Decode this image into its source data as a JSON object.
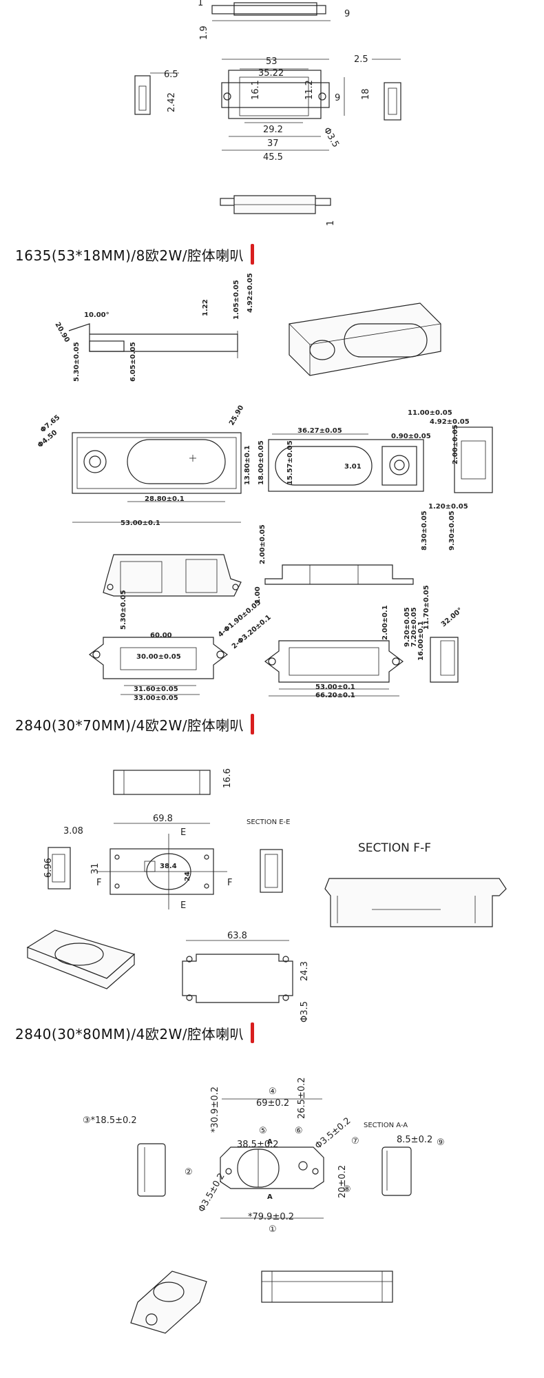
{
  "sections": [
    {
      "title": "1635(53*18MM)/8欧2W/腔体喇叭"
    },
    {
      "title": "2840(30*70MM)/4欧2W/腔体喇叭"
    },
    {
      "title": "2840(30*80MM)/4欧2W/腔体喇叭"
    }
  ],
  "drawing1": {
    "dims": {
      "d_1": "1",
      "d_9": "9",
      "d_1_9": "1.9",
      "d_53": "53",
      "d_35_22": "35.22",
      "d_16_1": "16.1",
      "d_11_2": "11.2",
      "d_9b": "9",
      "d_18": "18",
      "d_2_5": "2.5",
      "d_6_5": "6.5",
      "d_2_42": "2.42",
      "d_phi3_5": "Φ3.5",
      "d_29_2": "29.2",
      "d_37": "37",
      "d_45_5": "45.5",
      "d_1b": "1"
    }
  },
  "drawing2": {
    "dims": {
      "r_20_90": "20.90",
      "d_10_00": "10.00°",
      "d_1_22": "1.22",
      "d_1_05": "1.05±0.05",
      "d_4_92": "4.92±0.05",
      "d_5_30": "5.30±0.05",
      "d_6_05": "6.05±0.05",
      "d_phi7_65": "Φ7.65",
      "d_phi4_50": "Φ4.50",
      "r_25_90": "25.90",
      "d_13_80": "13.80±0.1",
      "d_18_00": "18.00±0.05",
      "d_28_80": "28.80±0.1",
      "d_53_00": "53.00±0.1",
      "d_36_27": "36.27±0.05",
      "d_0_90": "0.90±0.05",
      "d_3_01": "3.01",
      "d_15_57": "15.57±0.05",
      "d_2_00": "2.00±0.05",
      "d_11_00": "11.00±0.05",
      "d_4_92b": "4.92±0.05",
      "d_1_20": "1.20±0.05"
    }
  },
  "drawing3": {
    "dims": {
      "d_2_00a": "2.00±0.05",
      "d_1_00": "1.00",
      "d_8_30": "8.30±0.05",
      "d_9_30": "9.30±0.05",
      "d_5_30": "5.30±0.05",
      "d_60_00": "60.00",
      "d_4_1_90": "4-Φ1.90±0.05",
      "d_2_3_20": "2-Φ3.20±0.1",
      "d_30_00": "30.00±0.05",
      "d_31_60": "31.60±0.05",
      "d_33_00": "33.00±0.05",
      "d_2_00b": "2.00±0.1",
      "d_11_70": "11.70±0.05",
      "d_9_20": "9.20±0.05",
      "d_7_20": "7.20±0.05",
      "d_16_00": "16.00±0.1",
      "d_53_00": "53.00±0.1",
      "d_66_20": "66.20±0.1",
      "d_angle": "32.00°"
    }
  },
  "drawing4": {
    "dims": {
      "d_16_6": "16.6",
      "d_69_8": "69.8",
      "label_E": "E",
      "section_ee": "SECTION E-E",
      "section_ff": "SECTION F-F",
      "d_3_08": "3.08",
      "d_6_96": "6.96",
      "d_31": "31",
      "d_38_4": "38.4",
      "d_24": "24",
      "label_F": "F",
      "d_63_8": "63.8",
      "d_24_3": "24.3",
      "d_phi3_5": "Φ3.5"
    }
  },
  "drawing5": {
    "dims": {
      "n4": "④",
      "d_69": "69±0.2",
      "n3_d": "③*18.5±0.2",
      "d_30_9": "*30.9±0.2",
      "n5": "⑤",
      "n6": "⑥",
      "d_26_5": "26.5±0.2",
      "d_38_5": "38.5±0.2",
      "d_phi3_5a": "Φ3.5±0.2",
      "n7": "⑦",
      "section_aa": "SECTION A-A",
      "d_8_5": "8.5±0.2",
      "n9": "⑨",
      "n2": "②",
      "d_phi3_5b": "Φ3.5±0.2",
      "d_20": "20±0.2",
      "n8": "⑧",
      "d_79_9": "*79.9±0.2",
      "n1": "①",
      "label_A": "A"
    }
  }
}
